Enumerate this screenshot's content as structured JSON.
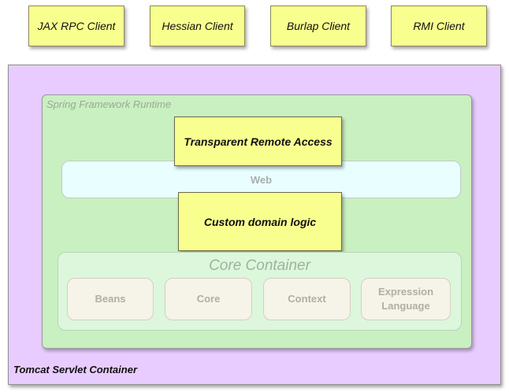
{
  "clients": [
    {
      "label": "JAX RPC Client"
    },
    {
      "label": "Hessian Client"
    },
    {
      "label": "Burlap Client"
    },
    {
      "label": "RMI Client"
    }
  ],
  "tomcat": {
    "label": "Tomcat Servlet Container"
  },
  "spring": {
    "label": "Spring Framework Runtime"
  },
  "remote_access": {
    "label": "Transparent Remote Access"
  },
  "web": {
    "label": "Web"
  },
  "domain_logic": {
    "label": "Custom domain logic"
  },
  "core_container": {
    "title": "Core Container",
    "modules": [
      {
        "label": "Beans"
      },
      {
        "label": "Core"
      },
      {
        "label": "Context"
      },
      {
        "label": "Expression Language"
      }
    ]
  },
  "colors": {
    "client_fill": "#f8ff8e",
    "tomcat_fill": "#e8ccff",
    "spring_fill": "#c9f0c0",
    "web_fill": "#e9feff",
    "core_fill": "#dcf7dc",
    "module_fill": "#f6f3e9"
  }
}
